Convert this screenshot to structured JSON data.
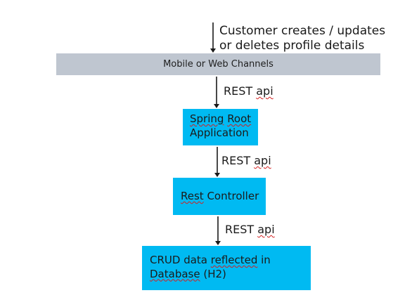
{
  "diagram": {
    "trigger": {
      "line1": "Customer creates / updates",
      "line2": "or deletes profile details"
    },
    "channel": {
      "label": "Mobile or Web Channels"
    },
    "edges": [
      {
        "label_word": "REST",
        "label_api": "api"
      },
      {
        "label_word": "REST",
        "label_api": "api"
      },
      {
        "label_word": "REST",
        "label_api": "api"
      }
    ],
    "nodes": [
      {
        "line1_a": "Spring",
        "line1_b": "Root",
        "line2": "Application"
      },
      {
        "part_a": "Rest",
        "part_b": " Controller"
      },
      {
        "line1_a": "CRUD data ",
        "line1_b": "reflected",
        "line1_c": " in",
        "line2_a": "Database",
        "line2_b": " (H2)"
      }
    ],
    "colors": {
      "node_fill": "#00baf2",
      "channel_fill": "#bfc6d0",
      "arrow": "#1a1a1a",
      "spellcheck_underline": "#d42020"
    }
  }
}
